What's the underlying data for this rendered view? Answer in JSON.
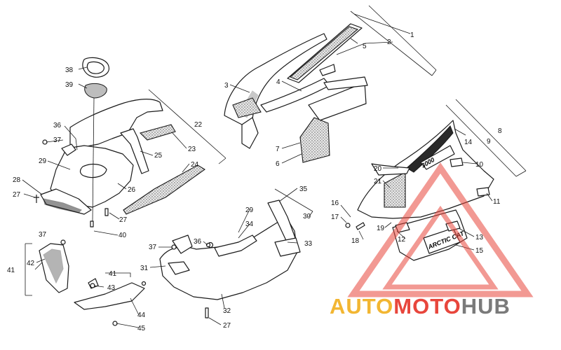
{
  "callouts": [
    "1",
    "2",
    "3",
    "4",
    "5",
    "6",
    "7",
    "8",
    "9",
    "10",
    "11",
    "12",
    "13",
    "14",
    "15",
    "16",
    "17",
    "18",
    "19",
    "20",
    "21",
    "22",
    "23",
    "24",
    "25",
    "26",
    "27",
    "28",
    "29",
    "30",
    "31",
    "32",
    "33",
    "34",
    "35",
    "36",
    "37",
    "38",
    "39",
    "40",
    "41",
    "42",
    "43",
    "44",
    "45"
  ],
  "decals": {
    "model_number": "3000",
    "brand": "ARCTIC CAT"
  },
  "watermark": {
    "word_1": "AUTO",
    "word_2": "MOTO",
    "word_3": "HUB",
    "color_1": "#f2b632",
    "color_2": "#e8463c",
    "color_3": "#7a7a7a",
    "logo_color": "#e8463c"
  }
}
